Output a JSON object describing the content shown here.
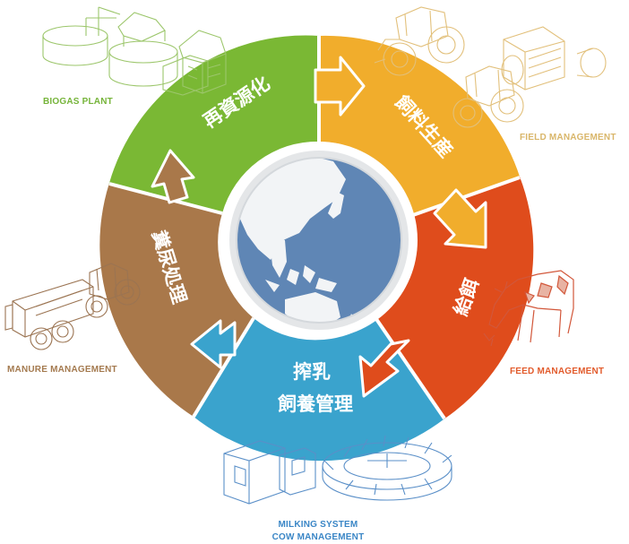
{
  "diagram": {
    "segments": [
      {
        "key": "biogas",
        "label": "再資源化",
        "caption": "BIOGAS PLANT",
        "color": "#7ab834"
      },
      {
        "key": "field",
        "label": "飼料生産",
        "caption": "FIELD MANAGEMENT",
        "color": "#f1ad2c"
      },
      {
        "key": "feed",
        "label": "給餌",
        "caption": "FEED MANAGEMENT",
        "color": "#df4c1c"
      },
      {
        "key": "milking",
        "label_line1": "搾乳",
        "label_line2": "飼養管理",
        "caption_line1": "MILKING SYSTEM",
        "caption_line2": "COW MANAGEMENT",
        "color": "#3aa3cd"
      },
      {
        "key": "manure",
        "label": "糞尿処理",
        "caption": "MANURE MANAGEMENT",
        "color": "#a9784a"
      }
    ],
    "caption_colors": {
      "biogas": "#76b43a",
      "field": "#d9b66a",
      "feed": "#e25b2c",
      "milking": "#3a86c6",
      "manure": "#a47a4f"
    },
    "center_icon": "globe-icon",
    "illustrations": [
      "biogas-plant-icon",
      "tractor-baler-icon",
      "cow-icon",
      "rotary-milking-parlor-icon",
      "manure-tanker-icon"
    ]
  }
}
